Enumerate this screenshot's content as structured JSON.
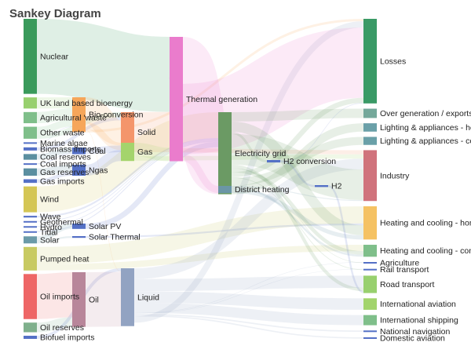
{
  "chart_data": {
    "type": "sankey",
    "title": "Sankey Diagram",
    "nodes": [
      {
        "id": "nuclear",
        "label": "Nuclear",
        "color": "#3a9a5b"
      },
      {
        "id": "bioenergy",
        "label": "UK land based bioenergy",
        "color": "#98d06e"
      },
      {
        "id": "agri_waste",
        "label": "Agricultural 'waste'",
        "color": "#7fbf8a"
      },
      {
        "id": "other_waste",
        "label": "Other waste",
        "color": "#7fbf8a"
      },
      {
        "id": "marine_algae",
        "label": "Marine algae",
        "color": "#5470c6"
      },
      {
        "id": "biomass_imports",
        "label": "Biomass imports",
        "color": "#5470c6"
      },
      {
        "id": "coal_reserves",
        "label": "Coal reserves",
        "color": "#5b8fa0"
      },
      {
        "id": "coal_imports",
        "label": "Coal imports",
        "color": "#5470c6"
      },
      {
        "id": "gas_reserves",
        "label": "Gas reserves",
        "color": "#5b8fa0"
      },
      {
        "id": "gas_imports",
        "label": "Gas imports",
        "color": "#5470c6"
      },
      {
        "id": "wind",
        "label": "Wind",
        "color": "#d4c655"
      },
      {
        "id": "wave",
        "label": "Wave",
        "color": "#5470c6"
      },
      {
        "id": "geothermal",
        "label": "Geothermal",
        "color": "#5470c6"
      },
      {
        "id": "hydro",
        "label": "Hydro",
        "color": "#5470c6"
      },
      {
        "id": "tidal",
        "label": "Tidal",
        "color": "#5470c6"
      },
      {
        "id": "solar",
        "label": "Solar",
        "color": "#6b9aa8"
      },
      {
        "id": "pumped_heat",
        "label": "Pumped heat",
        "color": "#c8ca62"
      },
      {
        "id": "oil_imports",
        "label": "Oil imports",
        "color": "#ee6666"
      },
      {
        "id": "oil_reserves",
        "label": "Oil reserves",
        "color": "#7fb08c"
      },
      {
        "id": "biofuel_imports",
        "label": "Biofuel imports",
        "color": "#5470c6"
      },
      {
        "id": "bio_conversion",
        "label": "Bio-conversion",
        "color": "#f6a65a"
      },
      {
        "id": "coal",
        "label": "Coal",
        "color": "#5470c6"
      },
      {
        "id": "ngas",
        "label": "Ngas",
        "color": "#5470c6"
      },
      {
        "id": "solar_pv",
        "label": "Solar PV",
        "color": "#5470c6"
      },
      {
        "id": "solar_thermal",
        "label": "Solar Thermal",
        "color": "#5470c6"
      },
      {
        "id": "oil",
        "label": "Oil",
        "color": "#b8869a"
      },
      {
        "id": "solid",
        "label": "Solid",
        "color": "#f4956b"
      },
      {
        "id": "gas",
        "label": "Gas",
        "color": "#a4d46c"
      },
      {
        "id": "liquid",
        "label": "Liquid",
        "color": "#92a3c2"
      },
      {
        "id": "thermal_generation",
        "label": "Thermal generation",
        "color": "#ea7ccc"
      },
      {
        "id": "electricity_grid",
        "label": "Electricity grid",
        "color": "#6b9a64"
      },
      {
        "id": "district_heating",
        "label": "District heating",
        "color": "#6b96a6"
      },
      {
        "id": "h2_conversion",
        "label": "H2 conversion",
        "color": "#5470c6"
      },
      {
        "id": "h2",
        "label": "H2",
        "color": "#5470c6"
      },
      {
        "id": "losses",
        "label": "Losses",
        "color": "#3a9a66"
      },
      {
        "id": "over_generation",
        "label": "Over generation / exports",
        "color": "#74a89a"
      },
      {
        "id": "lighting_homes",
        "label": "Lighting & appliances - homes",
        "color": "#6aa0a8"
      },
      {
        "id": "lighting_commercial",
        "label": "Lighting & appliances - commercial",
        "color": "#6aa0a8"
      },
      {
        "id": "industry",
        "label": "Industry",
        "color": "#d0737c"
      },
      {
        "id": "heating_homes",
        "label": "Heating and cooling - homes",
        "color": "#f5c263"
      },
      {
        "id": "heating_commercial",
        "label": "Heating and cooling - commercial",
        "color": "#7fbf8a"
      },
      {
        "id": "agriculture",
        "label": "Agriculture",
        "color": "#5470c6"
      },
      {
        "id": "rail_transport",
        "label": "Rail transport",
        "color": "#5470c6"
      },
      {
        "id": "road_transport",
        "label": "Road transport",
        "color": "#98d06e"
      },
      {
        "id": "international_aviation",
        "label": "International aviation",
        "color": "#a2d46c"
      },
      {
        "id": "international_shipping",
        "label": "International shipping",
        "color": "#7fbf8a"
      },
      {
        "id": "national_navigation",
        "label": "National navigation",
        "color": "#5470c6"
      },
      {
        "id": "domestic_aviation",
        "label": "Domestic aviation",
        "color": "#5470c6"
      }
    ],
    "links": [
      {
        "source": "nuclear",
        "target": "thermal_generation",
        "value": 839.978
      },
      {
        "source": "bioenergy",
        "target": "bio_conversion",
        "value": 124.729
      },
      {
        "source": "agri_waste",
        "target": "bio_conversion",
        "value": 124.729
      },
      {
        "source": "other_waste",
        "target": "bio_conversion",
        "value": 77.81
      },
      {
        "source": "other_waste",
        "target": "solid",
        "value": 56.587
      },
      {
        "source": "marine_algae",
        "target": "bio_conversion",
        "value": 4.375
      },
      {
        "source": "biomass_imports",
        "target": "solid",
        "value": 35
      },
      {
        "source": "coal_reserves",
        "target": "coal",
        "value": 63.965
      },
      {
        "source": "coal_imports",
        "target": "coal",
        "value": 11.606
      },
      {
        "source": "gas_reserves",
        "target": "ngas",
        "value": 82.233
      },
      {
        "source": "gas_imports",
        "target": "ngas",
        "value": 40.719
      },
      {
        "source": "wind",
        "target": "electricity_grid",
        "value": 289.366
      },
      {
        "source": "wave",
        "target": "electricity_grid",
        "value": 19.013
      },
      {
        "source": "geothermal",
        "target": "electricity_grid",
        "value": 7.013
      },
      {
        "source": "hydro",
        "target": "electricity_grid",
        "value": 6.995
      },
      {
        "source": "tidal",
        "target": "electricity_grid",
        "value": 9.452
      },
      {
        "source": "solar",
        "target": "solar_pv",
        "value": 59.901
      },
      {
        "source": "solar",
        "target": "solar_thermal",
        "value": 19.263
      },
      {
        "source": "pumped_heat",
        "target": "heating_homes",
        "value": 193.026
      },
      {
        "source": "pumped_heat",
        "target": "heating_commercial",
        "value": 70.672
      },
      {
        "source": "oil_imports",
        "target": "oil",
        "value": 504.287
      },
      {
        "source": "oil_reserves",
        "target": "oil",
        "value": 107.703
      },
      {
        "source": "biofuel_imports",
        "target": "liquid",
        "value": 35
      },
      {
        "source": "bio_conversion",
        "target": "solid",
        "value": 280.322
      },
      {
        "source": "bio_conversion",
        "target": "gas",
        "value": 81.144
      },
      {
        "source": "bio_conversion",
        "target": "liquid",
        "value": 0.597
      },
      {
        "source": "bio_conversion",
        "target": "losses",
        "value": 26.862
      },
      {
        "source": "coal",
        "target": "solid",
        "value": 75.571
      },
      {
        "source": "ngas",
        "target": "gas",
        "value": 122.952
      },
      {
        "source": "solar_pv",
        "target": "electricity_grid",
        "value": 59.901
      },
      {
        "source": "solar_thermal",
        "target": "heating_homes",
        "value": 19.263
      },
      {
        "source": "oil",
        "target": "liquid",
        "value": 611.99
      },
      {
        "source": "solid",
        "target": "thermal_generation",
        "value": 400.12
      },
      {
        "source": "solid",
        "target": "industry",
        "value": 46.477
      },
      {
        "source": "gas",
        "target": "thermal_generation",
        "value": 151.891
      },
      {
        "source": "gas",
        "target": "industry",
        "value": 48.58
      },
      {
        "source": "liquid",
        "target": "industry",
        "value": 121.066
      },
      {
        "source": "liquid",
        "target": "road_transport",
        "value": 135.835
      },
      {
        "source": "liquid",
        "target": "international_aviation",
        "value": 128.69
      },
      {
        "source": "liquid",
        "target": "international_shipping",
        "value": 113.726
      },
      {
        "source": "liquid",
        "target": "agriculture",
        "value": 2.0
      },
      {
        "source": "liquid",
        "target": "rail_transport",
        "value": 4.0
      },
      {
        "source": "liquid",
        "target": "national_navigation",
        "value": 15.0
      },
      {
        "source": "liquid",
        "target": "domestic_aviation",
        "value": 14.458
      },
      {
        "source": "liquid",
        "target": "losses",
        "value": 70.0
      },
      {
        "source": "thermal_generation",
        "target": "electricity_grid",
        "value": 525.531
      },
      {
        "source": "thermal_generation",
        "target": "losses",
        "value": 787.129
      },
      {
        "source": "thermal_generation",
        "target": "district_heating",
        "value": 79.329
      },
      {
        "source": "electricity_grid",
        "target": "over_generation",
        "value": 104.453
      },
      {
        "source": "electricity_grid",
        "target": "heating_homes",
        "value": 113.726
      },
      {
        "source": "electricity_grid",
        "target": "h2_conversion",
        "value": 27.14
      },
      {
        "source": "electricity_grid",
        "target": "industry",
        "value": 342.165
      },
      {
        "source": "electricity_grid",
        "target": "road_transport",
        "value": 37.797
      },
      {
        "source": "electricity_grid",
        "target": "agriculture",
        "value": 4.412
      },
      {
        "source": "electricity_grid",
        "target": "heating_commercial",
        "value": 40.858
      },
      {
        "source": "electricity_grid",
        "target": "losses",
        "value": 56.691
      },
      {
        "source": "electricity_grid",
        "target": "rail_transport",
        "value": 7.863
      },
      {
        "source": "electricity_grid",
        "target": "lighting_commercial",
        "value": 90.008
      },
      {
        "source": "electricity_grid",
        "target": "lighting_homes",
        "value": 93.494
      },
      {
        "source": "district_heating",
        "target": "industry",
        "value": 10.639
      },
      {
        "source": "district_heating",
        "target": "heating_commercial",
        "value": 22.505
      },
      {
        "source": "district_heating",
        "target": "heating_homes",
        "value": 46.184
      },
      {
        "source": "h2_conversion",
        "target": "h2",
        "value": 20.897
      },
      {
        "source": "h2_conversion",
        "target": "losses",
        "value": 6.242
      },
      {
        "source": "h2",
        "target": "road_transport",
        "value": 20.897
      }
    ]
  }
}
